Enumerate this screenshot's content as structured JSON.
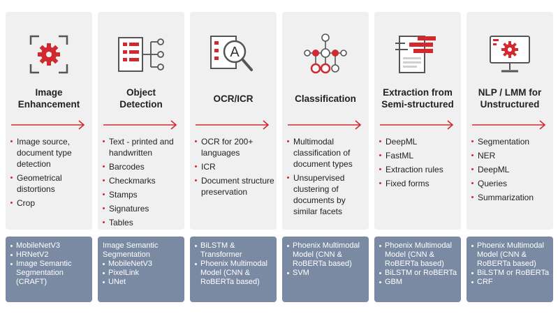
{
  "accent": "#d12a2e",
  "footer_color": "#7a8aa3",
  "columns": [
    {
      "icon": "gear-in-frame-icon",
      "title_lines": [
        "Image",
        "Enhancement"
      ],
      "bullets": [
        "Image source, document type detection",
        "Geometrical distortions",
        "Crop"
      ],
      "footer_heading": "",
      "footer_items": [
        "MobileNetV3",
        "HRNetV2",
        "Image Semantic Segmentation (CRAFT)"
      ]
    },
    {
      "icon": "object-tree-icon",
      "title_lines": [
        "Object",
        "Detection"
      ],
      "bullets": [
        "Text - printed and handwritten",
        "Barcodes",
        "Checkmarks",
        "Stamps",
        "Signatures",
        "Tables"
      ],
      "footer_heading": "Image Semantic Segmentation",
      "footer_items": [
        "MobileNetV3",
        "PixelLink",
        "UNet"
      ]
    },
    {
      "icon": "ocr-magnifier-icon",
      "title_lines": [
        "OCR/ICR"
      ],
      "bullets": [
        "OCR for 200+ languages",
        "ICR",
        "Document structure preservation"
      ],
      "footer_heading": "",
      "footer_items": [
        "BiLSTM & Transformer",
        "Phoenix Multimodal Model (CNN & RoBERTa based)"
      ]
    },
    {
      "icon": "network-nodes-icon",
      "title_lines": [
        "Classification"
      ],
      "bullets": [
        "Multimodal classification of document types",
        "Unsupervised clustering of documents by similar facets"
      ],
      "footer_heading": "",
      "footer_items": [
        "Phoenix Multimodal Model (CNN & RoBERTa based)",
        "SVM"
      ]
    },
    {
      "icon": "document-extraction-icon",
      "title_lines": [
        "Extraction from",
        "Semi-structured"
      ],
      "bullets": [
        "DeepML",
        "FastML",
        "Extraction rules",
        "Fixed forms"
      ],
      "footer_heading": "",
      "footer_items": [
        "Phoenix Multimodal Model (CNN & RoBERTa based)",
        "BiLSTM or RoBERTa",
        "GBM"
      ]
    },
    {
      "icon": "monitor-gear-icon",
      "title_lines": [
        "NLP / LMM for",
        "Unstructured"
      ],
      "bullets": [
        "Segmentation",
        "NER",
        "DeepML",
        "Queries",
        "Summarization"
      ],
      "footer_heading": "",
      "footer_items": [
        "Phoenix Multimodal Model (CNN & RoBERTa based)",
        "BiLSTM or RoBERTa",
        "CRF"
      ]
    }
  ]
}
